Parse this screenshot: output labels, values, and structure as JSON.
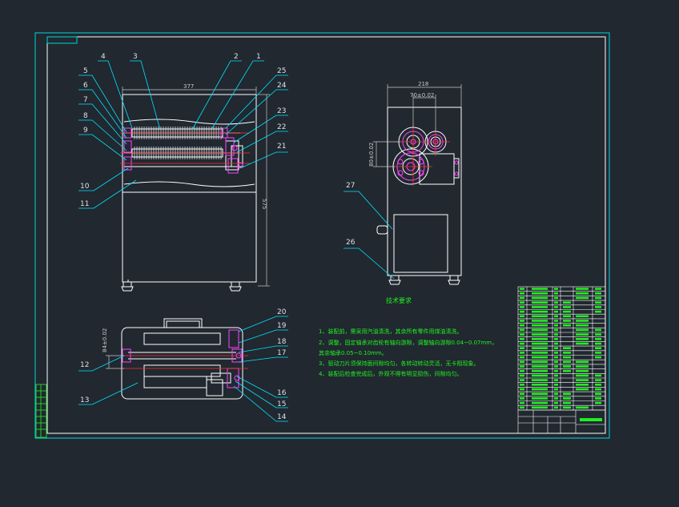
{
  "colors": {
    "background": "#212830",
    "frame": "#00d8d8",
    "line": "#ffffff",
    "dim": "#c8c8c8",
    "leader": "#00e5ff",
    "centerline": "#ff3030",
    "accent": "#ff40ff",
    "note": "#20f020",
    "table_text": "#20f020"
  },
  "dimensions": {
    "front_width": "377",
    "front_height": "575",
    "side_width": "218",
    "side_center_h": "70±0.02",
    "side_center_v": "80±0.02",
    "top_center": "84±0.02"
  },
  "callouts": {
    "n1": "1",
    "n2": "2",
    "n3": "3",
    "n4": "4",
    "n5": "5",
    "n6": "6",
    "n7": "7",
    "n8": "8",
    "n9": "9",
    "n10": "10",
    "n11": "11",
    "n12": "12",
    "n13": "13",
    "n14": "14",
    "n15": "15",
    "n16": "16",
    "n17": "17",
    "n18": "18",
    "n19": "19",
    "n20": "20",
    "n21": "21",
    "n22": "22",
    "n23": "23",
    "n24": "24",
    "n25": "25",
    "n26": "26",
    "n27": "27"
  },
  "notes": {
    "title": "技术要求",
    "line1": "1、装配前，需采用汽油清洗，其余所有零件用煤油清洗。",
    "line2": "2、调整，固定轴承对齿轮有轴向游隙，调整轴向游隙0.04~0.07mm，",
    "line3": "   其余轴承0.05~0.10mm。",
    "line4": "3、驱动刀片须保持面间隙均匀，各转动转动灵活，无卡阻现象。",
    "line5": "4、装配后检查完成后，外观不得有明显损伤，间隙均匀。"
  }
}
